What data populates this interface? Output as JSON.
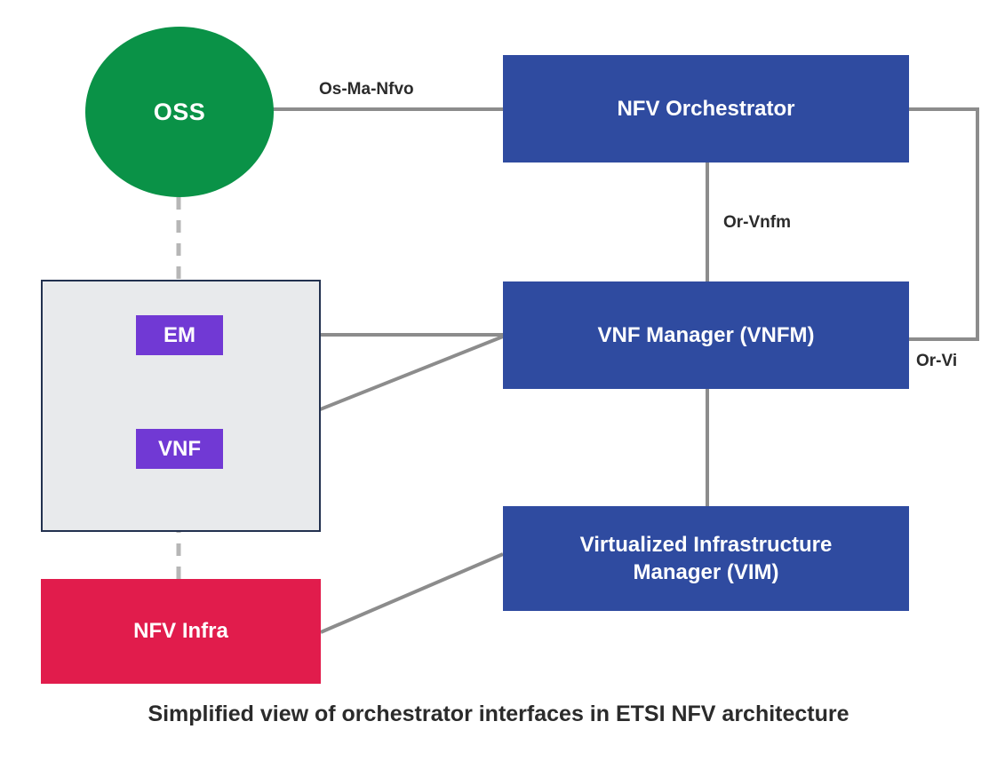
{
  "diagram": {
    "caption": "Simplified view of orchestrator interfaces in ETSI NFV architecture",
    "colors": {
      "oss_green": "#0a9247",
      "box_blue": "#2f4ba0",
      "element_purple": "#7139d4",
      "infra_crimson": "#e11c4c",
      "container_gray": "#e8eaec",
      "container_border": "#22314f",
      "connector_gray": "#8c8c8c",
      "text_dark": "#2b2b2b",
      "text_light": "#ffffff"
    },
    "nodes": {
      "oss": {
        "label": "OSS",
        "shape": "circle"
      },
      "nfvo": {
        "label": "NFV Orchestrator",
        "shape": "rect"
      },
      "vnfm": {
        "label": "VNF Manager (VNFM)",
        "shape": "rect"
      },
      "vim": {
        "label_line1": "Virtualized Infrastructure",
        "label_line2": "Manager (VIM)",
        "shape": "rect"
      },
      "em": {
        "label": "EM",
        "shape": "rect"
      },
      "vnf": {
        "label": "VNF",
        "shape": "rect"
      },
      "nfvi": {
        "label": "NFV Infra",
        "shape": "rect"
      },
      "ems_vnf_container": {
        "label": "",
        "shape": "rect"
      }
    },
    "edge_labels": {
      "os_ma_nfvo": "Os-Ma-Nfvo",
      "or_vnfm": "Or-Vnfm",
      "or_vi": "Or-Vi"
    },
    "edges": [
      {
        "name": "oss-to-nfvo",
        "from": "oss",
        "to": "nfvo",
        "label": "Os-Ma-Nfvo",
        "style": "solid"
      },
      {
        "name": "nfvo-to-vnfm",
        "from": "nfvo",
        "to": "vnfm",
        "label": "Or-Vnfm",
        "style": "solid"
      },
      {
        "name": "nfvo-to-vim",
        "from": "nfvo",
        "to": "vim",
        "label": "Or-Vi",
        "style": "solid"
      },
      {
        "name": "vnfm-to-vim",
        "from": "vnfm",
        "to": "vim",
        "label": "",
        "style": "solid"
      },
      {
        "name": "em-to-vnfm",
        "from": "em",
        "to": "vnfm",
        "label": "",
        "style": "solid"
      },
      {
        "name": "vnf-to-vnfm",
        "from": "vnf",
        "to": "vnfm",
        "label": "",
        "style": "solid"
      },
      {
        "name": "nfvi-to-vim",
        "from": "nfvi",
        "to": "vim",
        "label": "",
        "style": "solid"
      },
      {
        "name": "oss-to-nfvi",
        "from": "oss",
        "to": "nfvi",
        "label": "",
        "style": "dashed"
      }
    ]
  }
}
